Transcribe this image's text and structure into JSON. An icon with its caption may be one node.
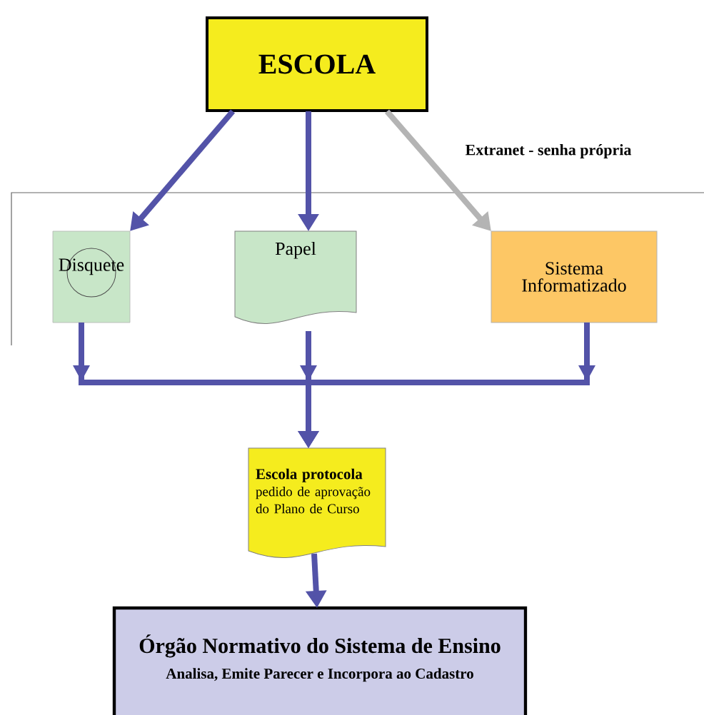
{
  "diagram": {
    "nodes": [
      {
        "text": [
          "ESCOLA"
        ]
      },
      {
        "text": [
          "Disquete"
        ]
      },
      {
        "text": [
          "Papel"
        ]
      },
      {
        "text": [
          "Sistema Informatizado"
        ]
      },
      {
        "text": [
          "Escola protocola",
          "pedido de aprovação do Plano de Curso"
        ]
      },
      {
        "text": [
          "Órgão Normativo do Sistema de Ensino",
          "Analisa, Emite Parecer e Incorpora ao Cadastro"
        ]
      }
    ],
    "edges": [
      {
        "from": 0,
        "to": 1,
        "arrow": "to"
      },
      {
        "from": 0,
        "to": 2,
        "arrow": "to"
      },
      {
        "from": 0,
        "to": 3,
        "arrow": "to",
        "color": "#b4b4b4",
        "label": "Extranet - senha própria"
      },
      {
        "from": 1,
        "to": 4,
        "arrow": "to"
      },
      {
        "from": 2,
        "to": 4,
        "arrow": "to"
      },
      {
        "from": 3,
        "to": 4,
        "arrow": "to"
      },
      {
        "from": 4,
        "to": 5,
        "arrow": "to"
      }
    ]
  }
}
